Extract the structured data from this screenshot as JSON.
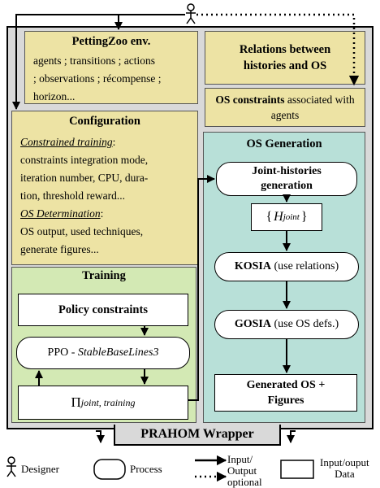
{
  "pettingzoo": {
    "title": "PettingZoo env.",
    "line1": "agents ; transitions ; actions",
    "line2": "; observations ; récompense ;",
    "line3": "horizon..."
  },
  "relations": {
    "title": "Relations between histories and OS"
  },
  "os_constraints": {
    "title": "OS constraints",
    "rest": " associated with agents"
  },
  "configuration": {
    "title": "Configuration",
    "constrained_training": "Constrained training",
    "ct_colon": ":",
    "ct_line1": "constraints integration mode,",
    "ct_line2": "iteration number, CPU, dura-",
    "ct_line3": "tion, threshold reward...",
    "os_determination": "OS Determination",
    "osd_colon": ":",
    "osd_line1": "OS output, used techniques,",
    "osd_line2": "generate figures..."
  },
  "training": {
    "title": "Training",
    "policy_constraints": "Policy constraints",
    "ppo_prefix": "PPO - ",
    "ppo_lib": "StableBaseLines3",
    "pi_symbol": "Π",
    "pi_subscript": "joint, training"
  },
  "os_generation": {
    "title": "OS Generation",
    "joint_histories": "Joint-histories generation",
    "h_open": "{",
    "h_symbol": "H",
    "h_subscript": "joint",
    "h_close": "}",
    "kosia": "KOSIA",
    "kosia_rest": " (use relations)",
    "gosia": "GOSIA",
    "gosia_rest": " (use OS defs.)",
    "generated": "Generated OS + Figures"
  },
  "wrapper": {
    "title": "PRAHOM Wrapper"
  },
  "legend": {
    "designer": "Designer",
    "process": "Process",
    "io_line1": "Input/",
    "io_line2": "Output",
    "io_line3": "optional",
    "data_line1": "Input/ouput",
    "data_line2": "Data"
  }
}
